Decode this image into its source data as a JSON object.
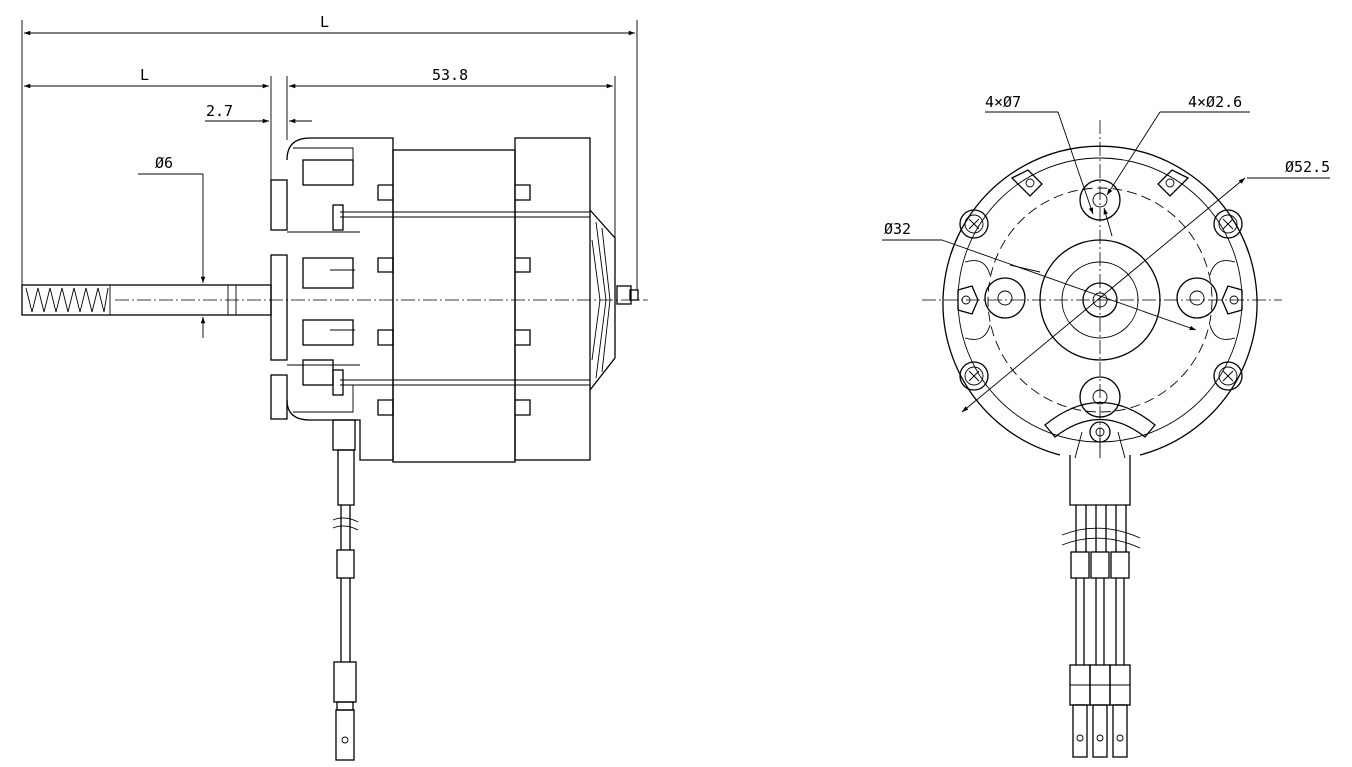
{
  "dimensions": {
    "overall_length": "L",
    "shaft_length": "L",
    "body_length": "53.8",
    "flange_thickness": "2.7",
    "shaft_diameter": "Ø6",
    "holes_7": "4×Ø7",
    "holes_2_6": "4×Ø2.6",
    "outer_diameter": "Ø52.5",
    "hub_diameter": "Ø32"
  }
}
